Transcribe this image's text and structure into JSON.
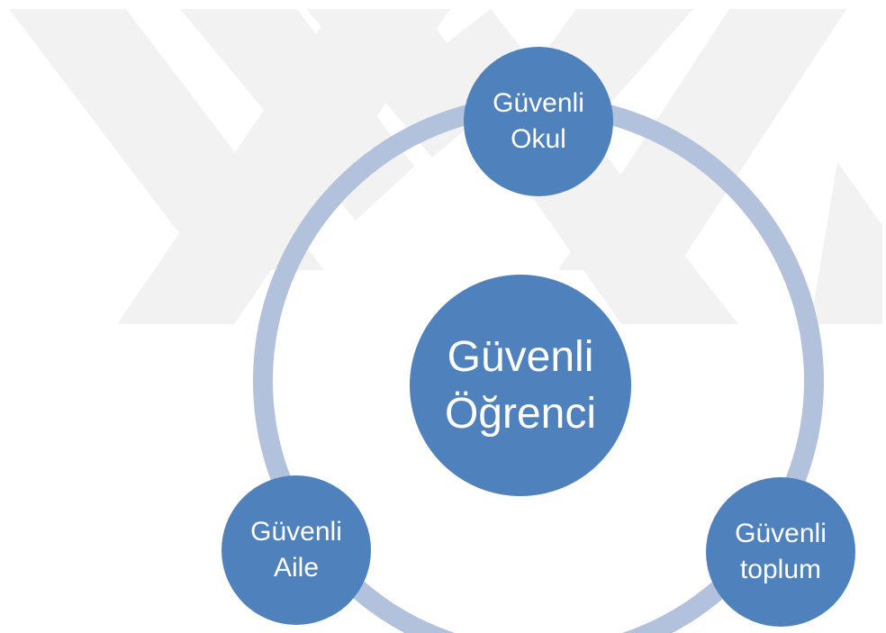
{
  "colors": {
    "node_fill": "#4f81bd",
    "node_text": "#ffffff",
    "ring": "#b3c2dc",
    "watermark": "#f2f2f2",
    "background": "#ffffff"
  },
  "watermark": {
    "icon": "yok-logo-watermark-icon"
  },
  "center": {
    "lines": [
      "Güvenli",
      "Öğrenci"
    ]
  },
  "nodes": {
    "top": {
      "lines": [
        "Güvenli",
        "Okul"
      ]
    },
    "left": {
      "lines": [
        "Güvenli",
        "Aile"
      ]
    },
    "right": {
      "lines": [
        "Güvenli",
        "toplum"
      ]
    }
  }
}
